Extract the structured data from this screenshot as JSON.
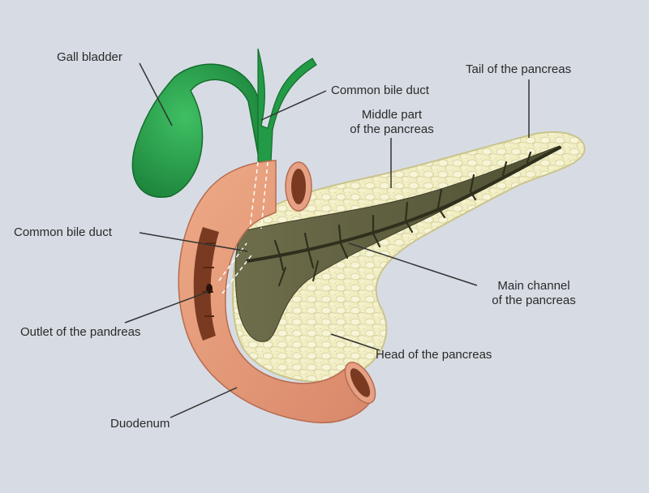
{
  "colors": {
    "background": "#d7dce4",
    "gall_bladder": "#239a45",
    "duodenum": "#e09876",
    "duodenum_lumen": "#7a3a22",
    "pancreas": "#f2efc4",
    "pancreas_cut": "#5f5f3e",
    "main_channel": "#3a3a24",
    "leader_line": "#333333"
  },
  "labels": {
    "gall_bladder": "Gall bladder",
    "common_bile_duct_top": "Common bile duct",
    "tail": "Tail of the pancreas",
    "middle_line1": "Middle part",
    "middle_line2": "of the pancreas",
    "common_bile_duct_left": "Common bile duct",
    "main_channel_line1": "Main channel",
    "main_channel_line2": "of the pancreas",
    "outlet": "Outlet of the pandreas",
    "head": "Head of the pancreas",
    "duodenum": "Duodenum"
  }
}
